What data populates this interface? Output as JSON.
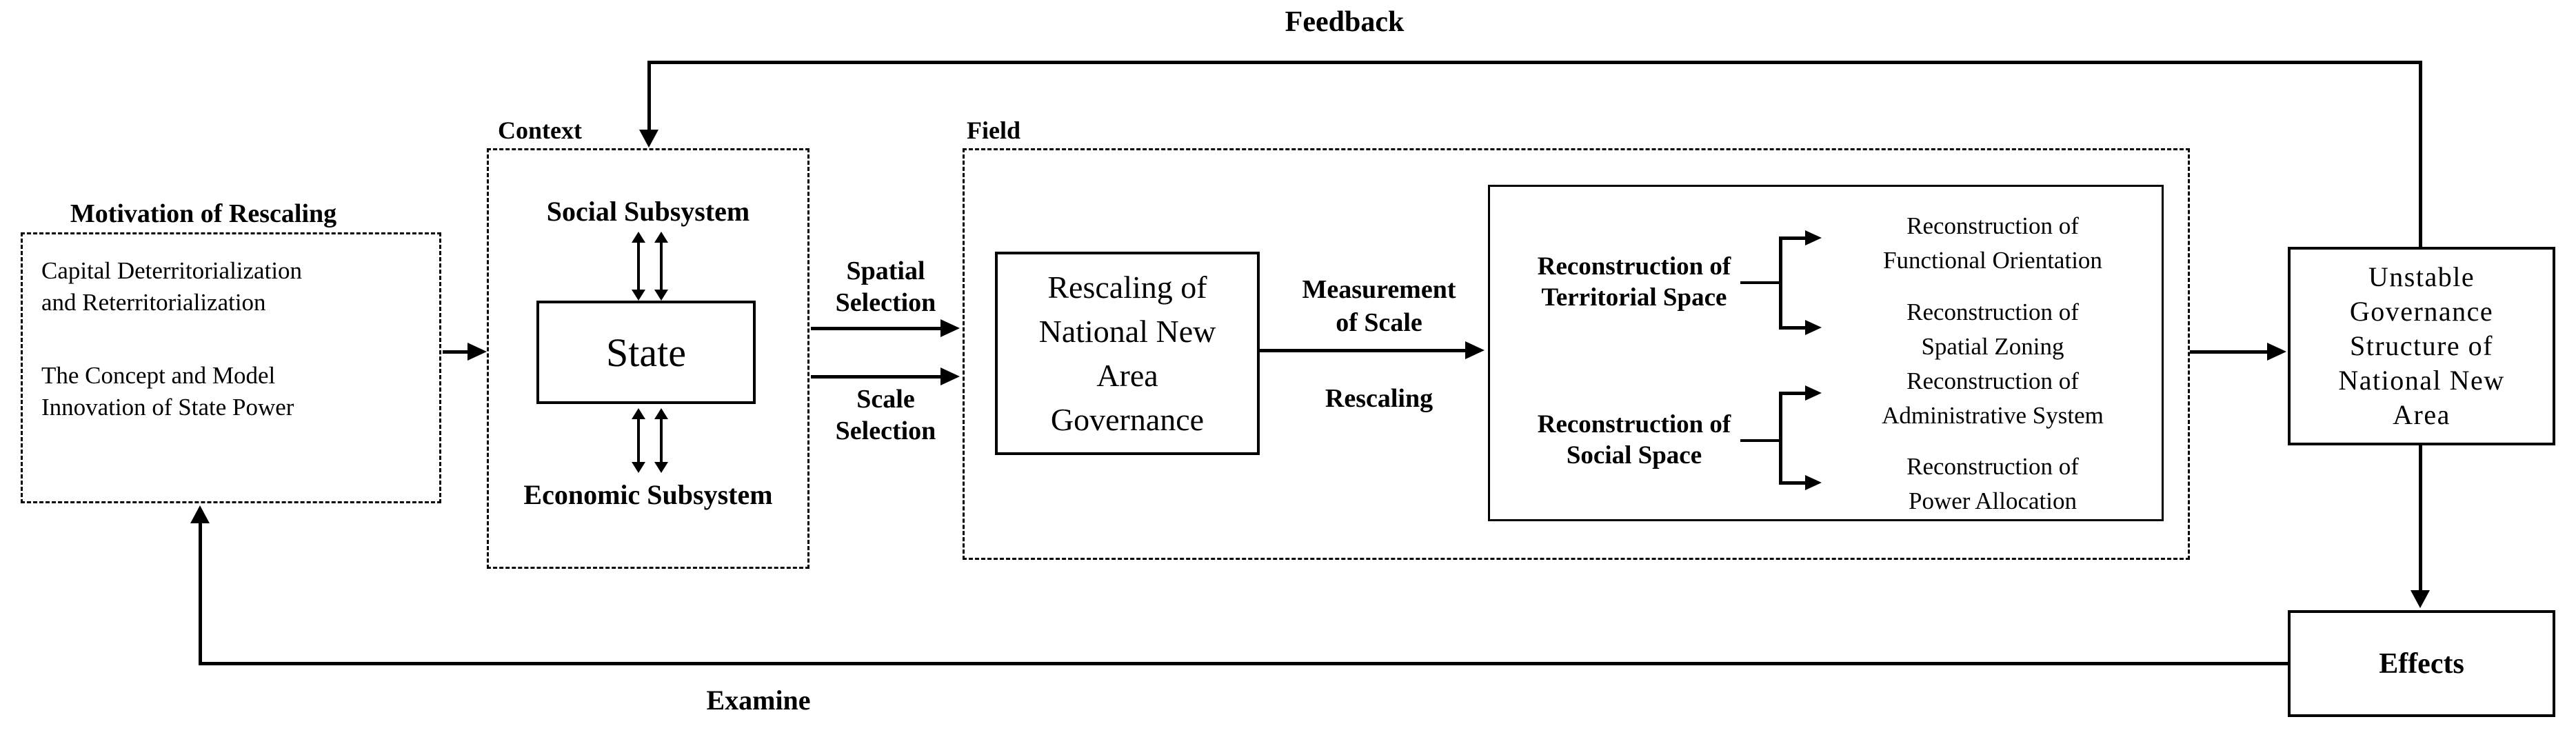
{
  "figure": {
    "colors": {
      "line": "#000000",
      "background": "#ffffff"
    },
    "feedback_label": "Feedback",
    "examine_label": "Examine",
    "motivation": {
      "title": "Motivation of Rescaling",
      "item1": [
        "Capital Deterritorialization",
        "and Reterritorialization"
      ],
      "item2": [
        "The Concept and Model",
        "Innovation of State Power"
      ]
    },
    "context": {
      "label": "Context",
      "social": "Social Subsystem",
      "state": "State",
      "economic": "Economic Subsystem"
    },
    "selections": {
      "spatial": [
        "Spatial",
        "Selection"
      ],
      "scale": [
        "Scale",
        "Selection"
      ]
    },
    "field": {
      "label": "Field",
      "rescaling_box": [
        "Rescaling of",
        "National New",
        "Area",
        "Governance"
      ],
      "measurement": [
        "Measurement",
        "of Scale"
      ],
      "rescaling_label": "Rescaling",
      "territorial": [
        "Reconstruction of",
        "Territorial Space"
      ],
      "social_space": [
        "Reconstruction of",
        "Social Space"
      ],
      "leaves": {
        "functional": [
          "Reconstruction of",
          "Functional Orientation"
        ],
        "zoning": [
          "Reconstruction of",
          "Spatial Zoning"
        ],
        "admin": [
          "Reconstruction of",
          "Administrative System"
        ],
        "power": [
          "Reconstruction of",
          "Power Allocation"
        ]
      }
    },
    "unstable": [
      "Unstable",
      "Governance",
      "Structure of",
      "National New",
      "Area"
    ],
    "effects_label": "Effects"
  }
}
